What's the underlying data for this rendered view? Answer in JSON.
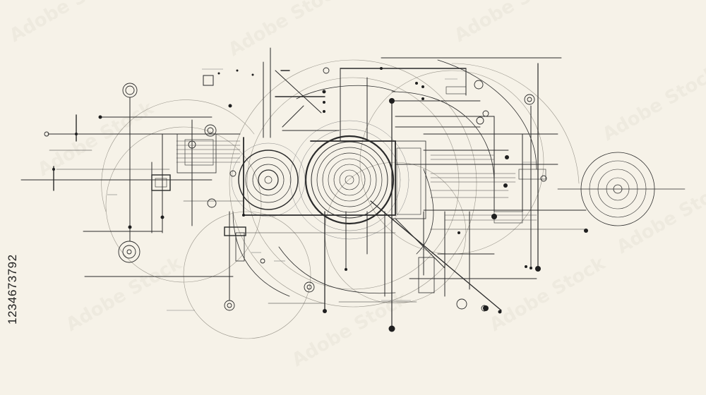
{
  "image": {
    "kind": "technical line drawing",
    "background_color": "#f6f2e8",
    "ink_color": "#2a2a2a"
  },
  "watermark": {
    "stock_id": "1234673792",
    "tiled_mark": "Adobe Stock"
  }
}
